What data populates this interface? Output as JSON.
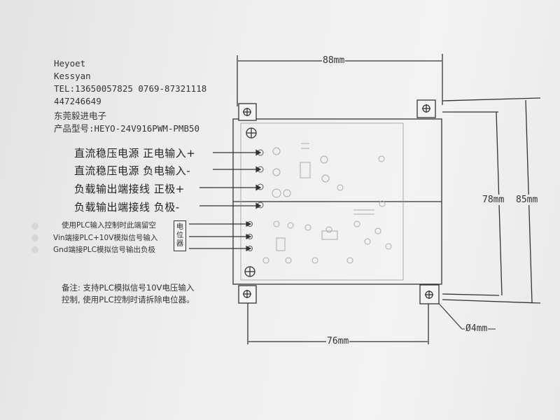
{
  "header": {
    "line1": "Heyoet",
    "line2": "Kessyan",
    "line3": "TEL:13650057825 0769-87321118",
    "line4": "447246649",
    "line5": "东莞毅进电子",
    "line6": "产品型号:HEYO-24V916PWM-PMB50"
  },
  "terminals": [
    {
      "label": "直流稳压电源  正电输入+"
    },
    {
      "label": "直流稳压电源  负电输入-"
    },
    {
      "label": "负载输出端接线  正极+"
    },
    {
      "label": "负载输出端接线  负极-"
    }
  ],
  "plc_pins": [
    {
      "label": "使用PLC输入控制时此端留空"
    },
    {
      "label": "Vin端接PLC+10V模拟信号输入"
    },
    {
      "label": "Gnd端接PLC模拟信号输出负极"
    }
  ],
  "pot_label": "电位器",
  "note": {
    "line1": "备注:  支持PLC模拟信号10V电压输入",
    "line2": "控制, 使用PLC控制时请拆除电位器。"
  },
  "dimensions": {
    "width_top": "88mm",
    "width_bottom": "76mm",
    "height_inner": "78mm",
    "height_outer": "85mm",
    "hole": "Ø4mm"
  }
}
